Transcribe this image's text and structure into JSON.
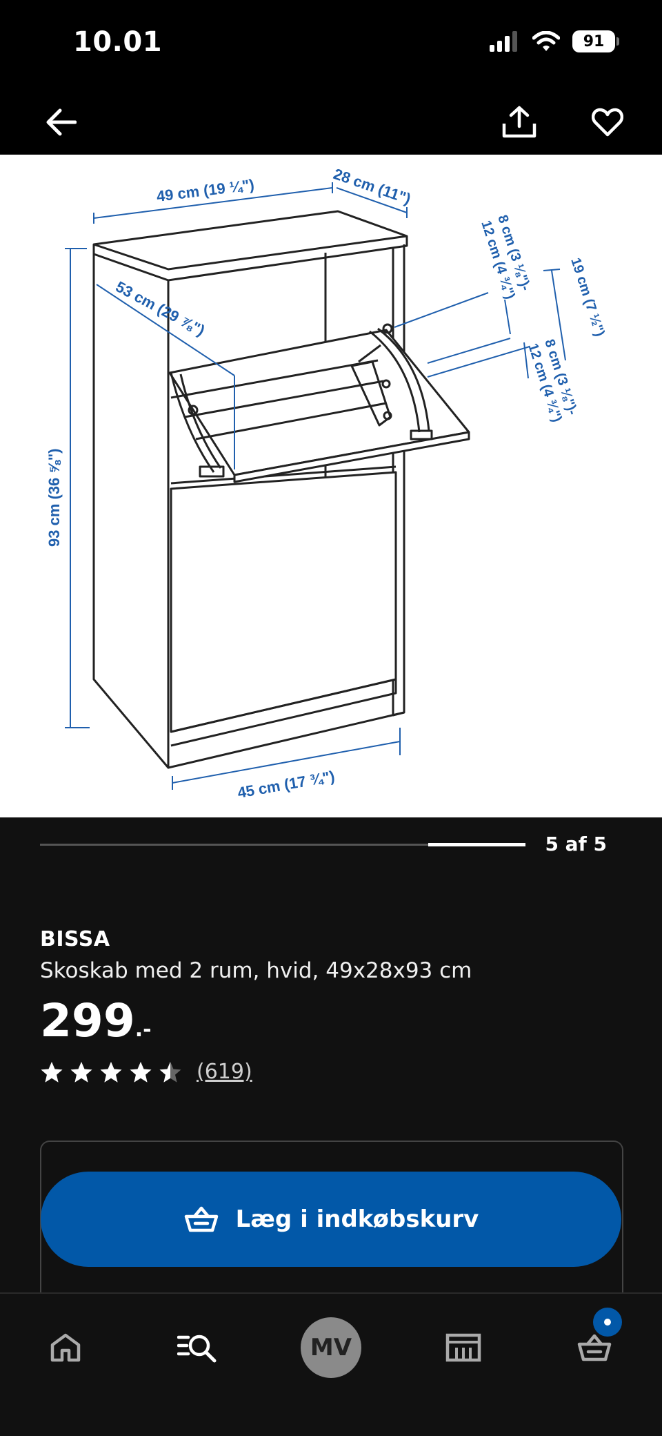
{
  "status_bar": {
    "time": "10.01",
    "battery": "91",
    "icons": [
      "signal-icon",
      "wifi-icon",
      "battery-icon"
    ]
  },
  "top_nav": {
    "icons": [
      "back-arrow-icon",
      "share-icon",
      "heart-icon"
    ]
  },
  "diagram": {
    "labels": {
      "width": "49 cm (19 ¼\")",
      "depth": "28 cm (11\")",
      "height": "93 cm (36 ⅝\")",
      "drawer_depth": "53 cm (29 ⅞\")",
      "inner_width": "45 cm (17 ¾\")",
      "top_gap_a": "8 cm (3 ⅛\")-",
      "top_gap_b": "12 cm (4 ¾\")",
      "side_height": "19 cm (7 ½\")",
      "low_gap_a": "8 cm (3 ⅛\")-",
      "low_gap_b": "12 cm (4 ¾\")"
    },
    "accent_color": "#1F5FAD"
  },
  "gallery": {
    "counter": "5 af 5",
    "progress": 0.2,
    "current": 5,
    "total": 5
  },
  "product": {
    "name": "BISSA",
    "description": "Skoskab med 2 rum, hvid, 49x28x93 cm",
    "price": "299",
    "price_suffix": ".-",
    "rating": 4.5,
    "rating_max": 5,
    "review_count": "(619)"
  },
  "cta": {
    "label": "Læg i indkøbskurv",
    "color": "#0258A8"
  },
  "tab_bar": {
    "avatar_initials": "MV",
    "icons": [
      "home-icon",
      "search-list-icon",
      "avatar",
      "store-icon",
      "cart-icon"
    ]
  }
}
